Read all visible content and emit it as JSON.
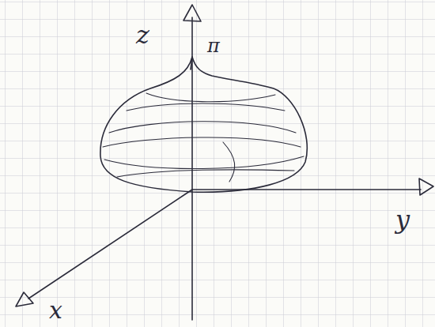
{
  "diagram": {
    "labels": [
      "z",
      "π",
      "y",
      "x"
    ]
  }
}
